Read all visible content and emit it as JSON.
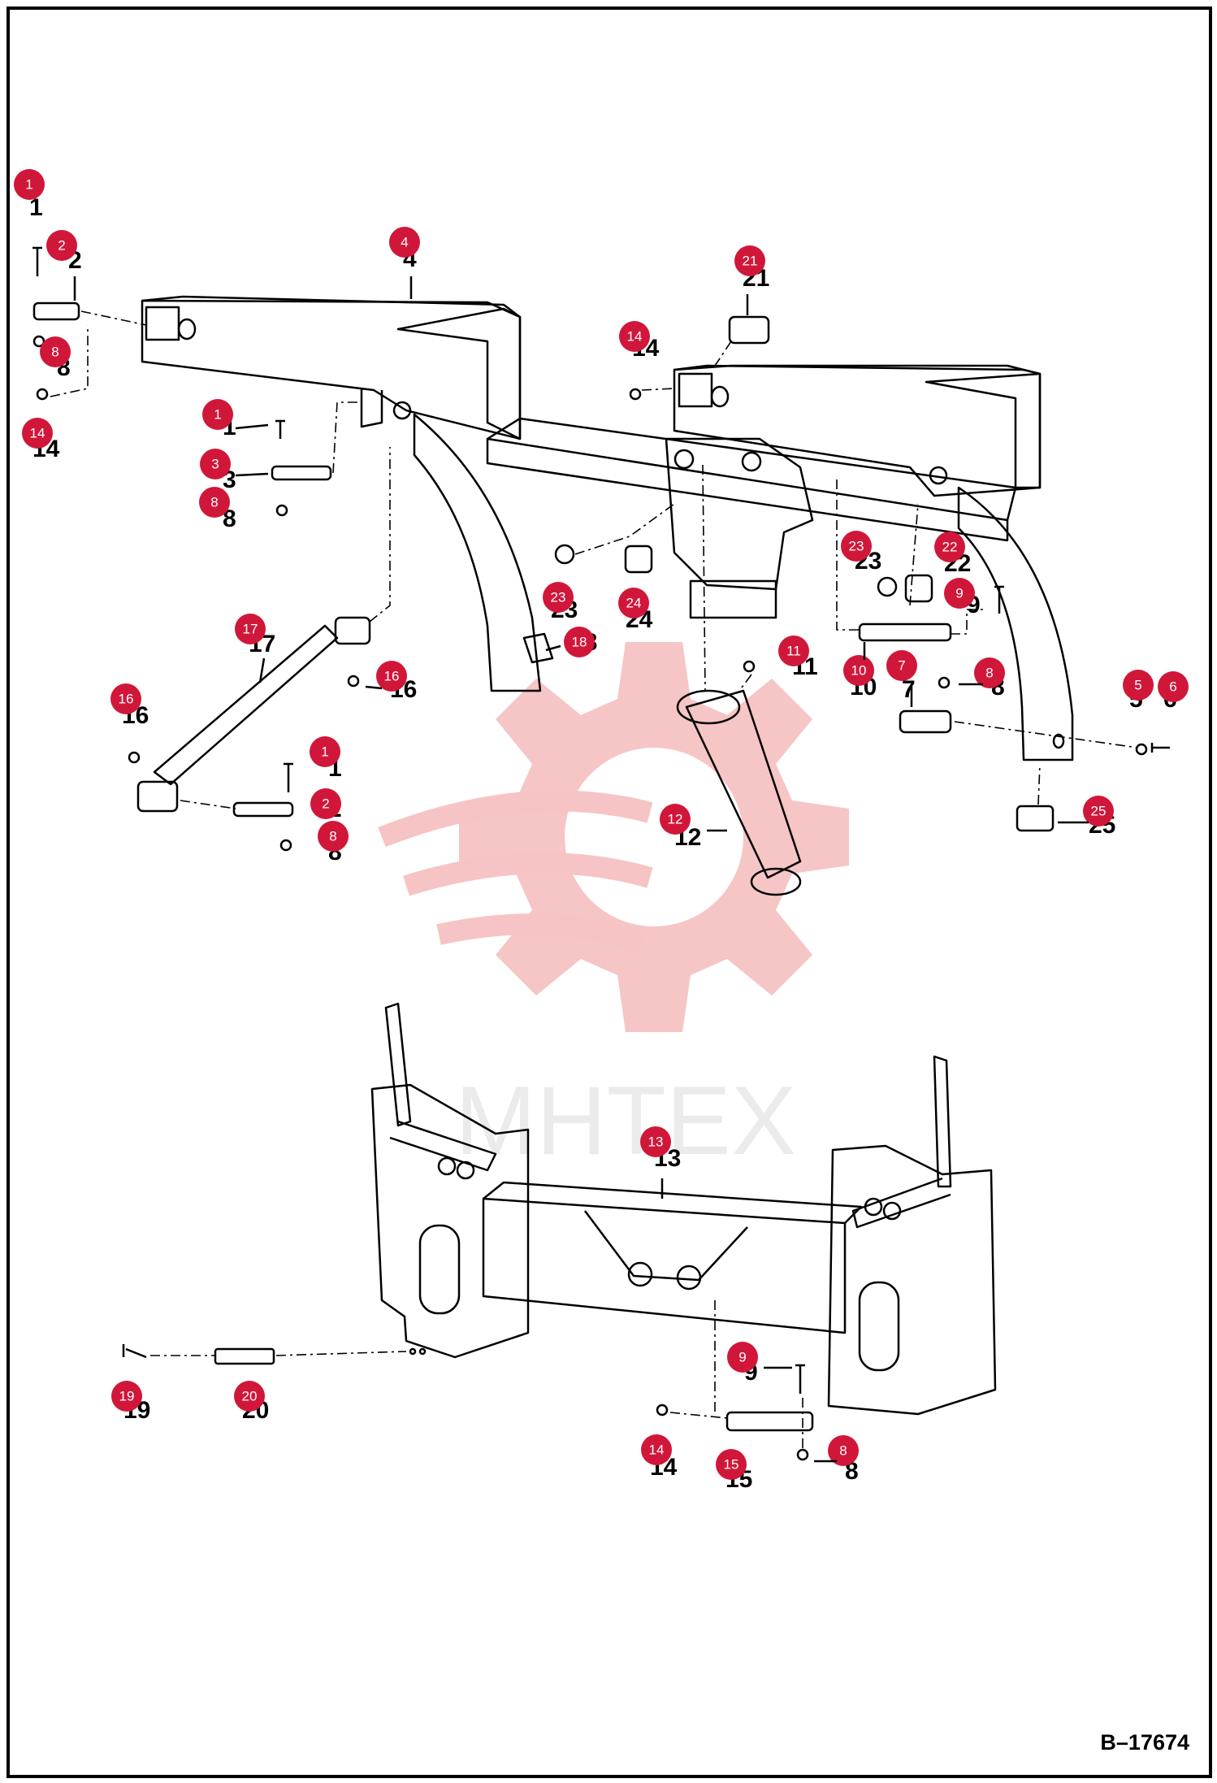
{
  "figure": {
    "reference": "B–17674"
  },
  "watermark": {
    "text": "MHTEX",
    "color": "#f3b1b1"
  },
  "colors": {
    "callout": "#d0173a",
    "line": "#000000"
  },
  "callouts": [
    {
      "id": "1"
    },
    {
      "id": "2"
    },
    {
      "id": "4"
    },
    {
      "id": "8"
    },
    {
      "id": "14"
    },
    {
      "id": "1"
    },
    {
      "id": "3"
    },
    {
      "id": "8"
    },
    {
      "id": "21"
    },
    {
      "id": "14"
    },
    {
      "id": "23"
    },
    {
      "id": "22"
    },
    {
      "id": "9"
    },
    {
      "id": "23"
    },
    {
      "id": "24"
    },
    {
      "id": "18"
    },
    {
      "id": "17"
    },
    {
      "id": "16"
    },
    {
      "id": "16"
    },
    {
      "id": "1"
    },
    {
      "id": "2"
    },
    {
      "id": "8"
    },
    {
      "id": "11"
    },
    {
      "id": "10"
    },
    {
      "id": "7"
    },
    {
      "id": "8"
    },
    {
      "id": "5"
    },
    {
      "id": "6"
    },
    {
      "id": "25"
    },
    {
      "id": "12"
    },
    {
      "id": "13"
    },
    {
      "id": "19"
    },
    {
      "id": "20"
    },
    {
      "id": "9"
    },
    {
      "id": "14"
    },
    {
      "id": "15"
    },
    {
      "id": "8"
    }
  ]
}
